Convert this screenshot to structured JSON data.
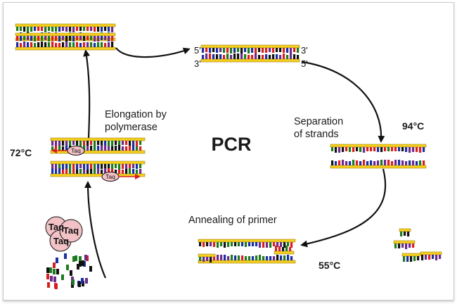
{
  "diagram": {
    "title": "PCR",
    "steps": {
      "separation": [
        "Separation",
        "of strands"
      ],
      "annealing": "Annealing of primer",
      "elongation": [
        "Elongation by",
        "polymerase"
      ]
    },
    "temperatures": {
      "separation": "94°C",
      "annealing": "55°C",
      "elongation": "72°C"
    },
    "strand_ends": {
      "top_left": "5'",
      "top_right": "3'",
      "bottom_left": "3'",
      "bottom_right": "5'"
    },
    "enzyme_label": "Taq",
    "colors": {
      "backbone": "#f5d020",
      "backbone_edge": "#8a6d00",
      "bases": [
        "#1f7a1f",
        "#d62020",
        "#1a2fa0",
        "#6b2a8c",
        "#111111"
      ],
      "arrow": "#111111",
      "polymerase_fill": "#f3c2c6",
      "polymerase_arrow": "#d62020"
    }
  }
}
